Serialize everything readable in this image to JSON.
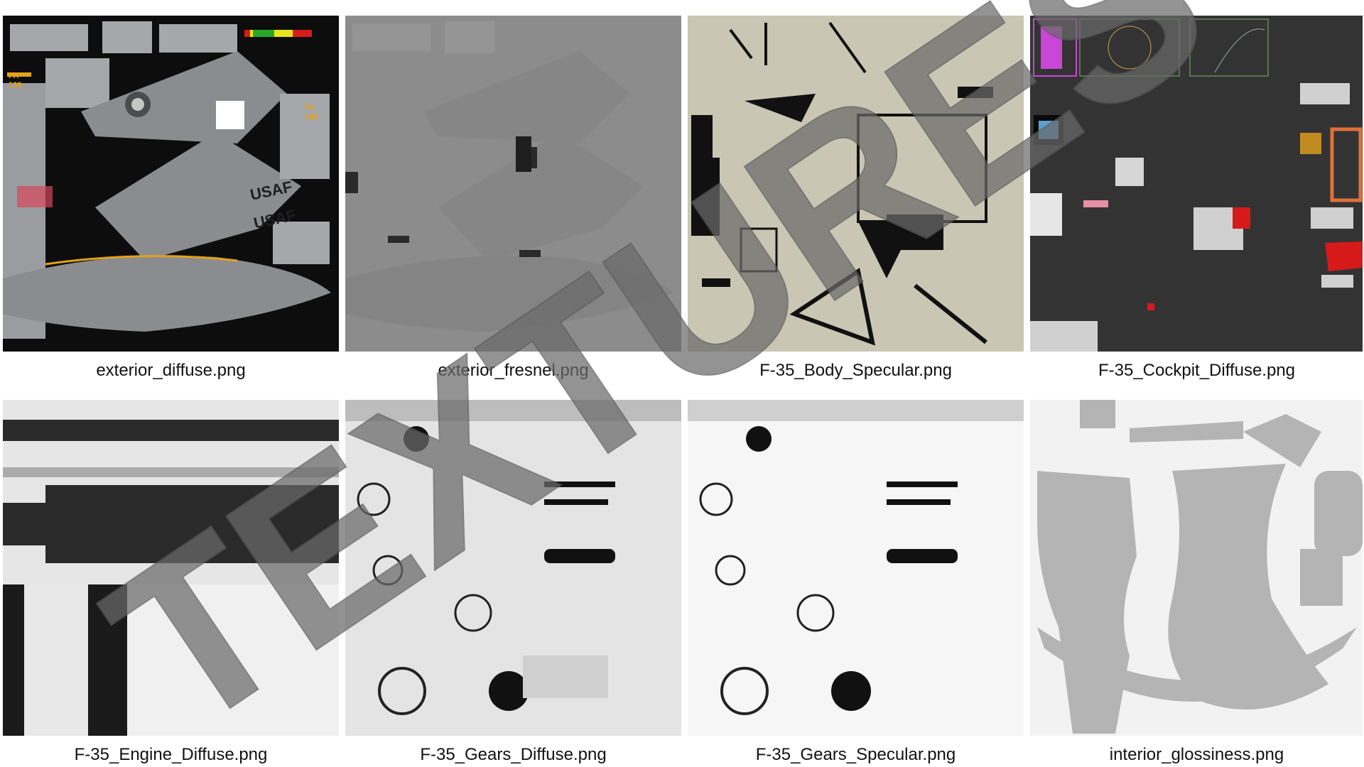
{
  "tiles": [
    {
      "id": "exterior_diffuse",
      "caption": "exterior_diffuse.png",
      "markings": {
        "usaf_1": "USAF",
        "usaf_2": "USAF",
        "pa_1": "PA",
        "pa_1_num": "100",
        "pa_2": "PA",
        "pa_2_num": "100"
      }
    },
    {
      "id": "exterior_fresnel",
      "caption": "exterior_fresnel.png"
    },
    {
      "id": "body_specular",
      "caption": "F-35_Body_Specular.png"
    },
    {
      "id": "cockpit_diffuse",
      "caption": "F-35_Cockpit_Diffuse.png"
    },
    {
      "id": "engine_diffuse",
      "caption": "F-35_Engine_Diffuse.png"
    },
    {
      "id": "gears_diffuse",
      "caption": "F-35_Gears_Diffuse.png"
    },
    {
      "id": "gears_specular",
      "caption": "F-35_Gears_Specular.png"
    },
    {
      "id": "interior_glossiness",
      "caption": "interior_glossiness.png"
    }
  ],
  "watermark": {
    "text": "TEXTURES",
    "color": "#6a6a6a"
  },
  "colors": {
    "diffuse_bg": "#0d0d0d",
    "diffuse_panel": "#8a8c90",
    "fresnel_bg": "#8c8c8c",
    "specular_bg": "#c9c6b4",
    "cockpit_bg": "#333333",
    "glossiness_bg": "#f2f2f2",
    "glossiness_shape": "#b4b4b4",
    "accent_red": "#d61a1a",
    "accent_orange": "#e1703a",
    "accent_yellow": "#e3a21a",
    "accent_magenta": "#c946d6"
  }
}
